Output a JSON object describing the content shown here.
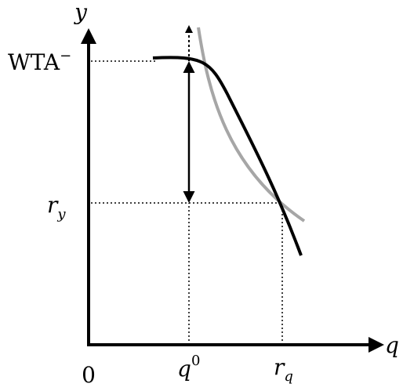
{
  "axes": {
    "y_label": "y",
    "x_label": "q",
    "origin_label": "0"
  },
  "labels": {
    "wta_main": "WTA",
    "wta_sup": "−",
    "ry_main": "r",
    "ry_sub": "y",
    "q0_main": "q",
    "q0_sup": "0",
    "rq_main": "r",
    "rq_sub": "q"
  },
  "colors": {
    "axis": "#000000",
    "black_curve": "#000000",
    "gray_curve": "#a6a6a6",
    "guides": "#000000"
  }
}
